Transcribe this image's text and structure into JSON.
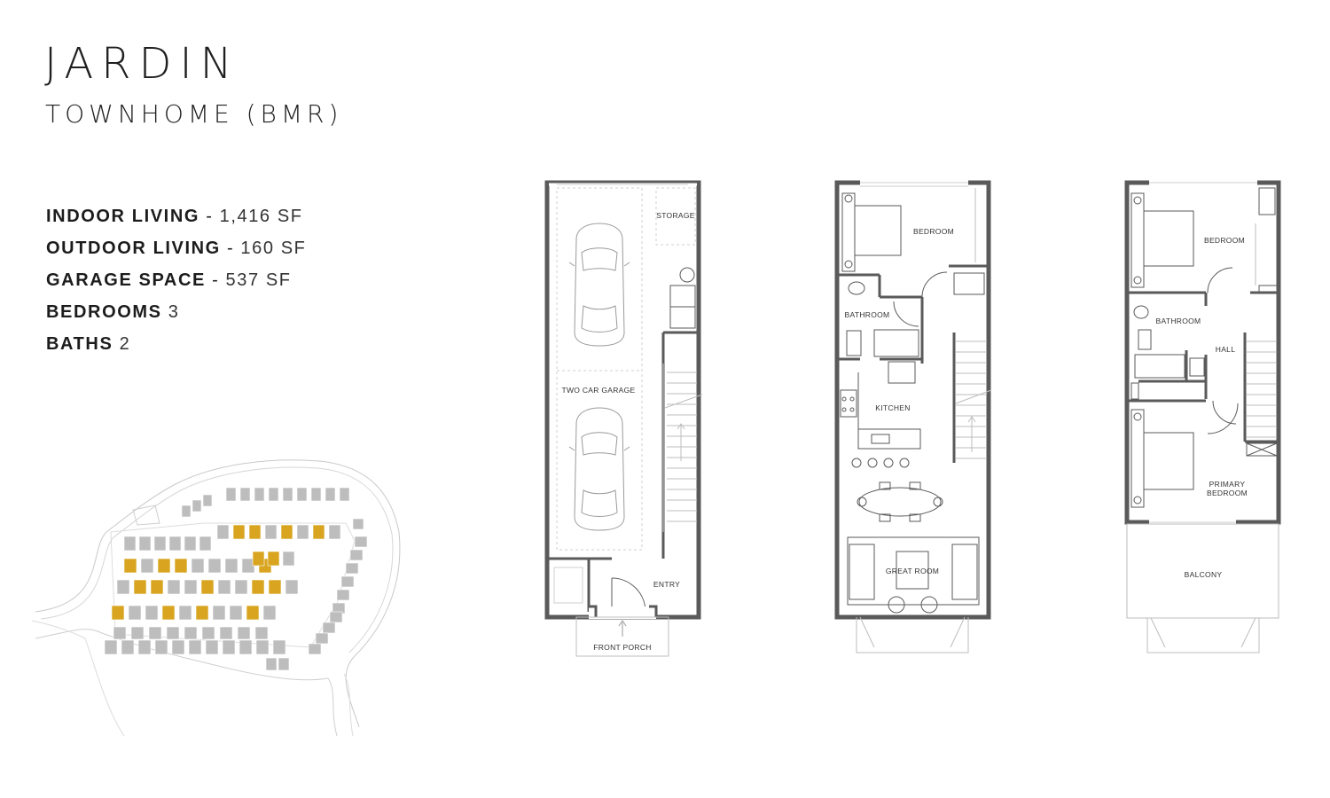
{
  "header": {
    "title": "JARDIN",
    "subtitle": "TOWNHOME (BMR)"
  },
  "specs": [
    {
      "label": "INDOOR LIVING",
      "sep": " - ",
      "value": "1,416 SF"
    },
    {
      "label": "OUTDOOR LIVING",
      "sep": " - ",
      "value": "160 SF"
    },
    {
      "label": "GARAGE SPACE",
      "sep": " - ",
      "value": "537 SF"
    },
    {
      "label": "BEDROOMS",
      "sep": " ",
      "value": "3"
    },
    {
      "label": "BATHS",
      "sep": " ",
      "value": "2"
    }
  ],
  "floors": {
    "first": {
      "storage": "STORAGE",
      "garage": "TWO CAR GARAGE",
      "entry": "ENTRY",
      "porch": "FRONT PORCH"
    },
    "second": {
      "bedroom": "BEDROOM",
      "bathroom": "BATHROOM",
      "kitchen": "KITCHEN",
      "great_room": "GREAT ROOM"
    },
    "third": {
      "bedroom": "BEDROOM",
      "bathroom": "BATHROOM",
      "hall": "HALL",
      "primary_line1": "PRIMARY",
      "primary_line2": "BEDROOM",
      "balcony": "BALCONY"
    }
  },
  "colors": {
    "wall": "#5a5a5a",
    "highlight_unit": "#d9a520",
    "unit": "#bdbdbd"
  }
}
